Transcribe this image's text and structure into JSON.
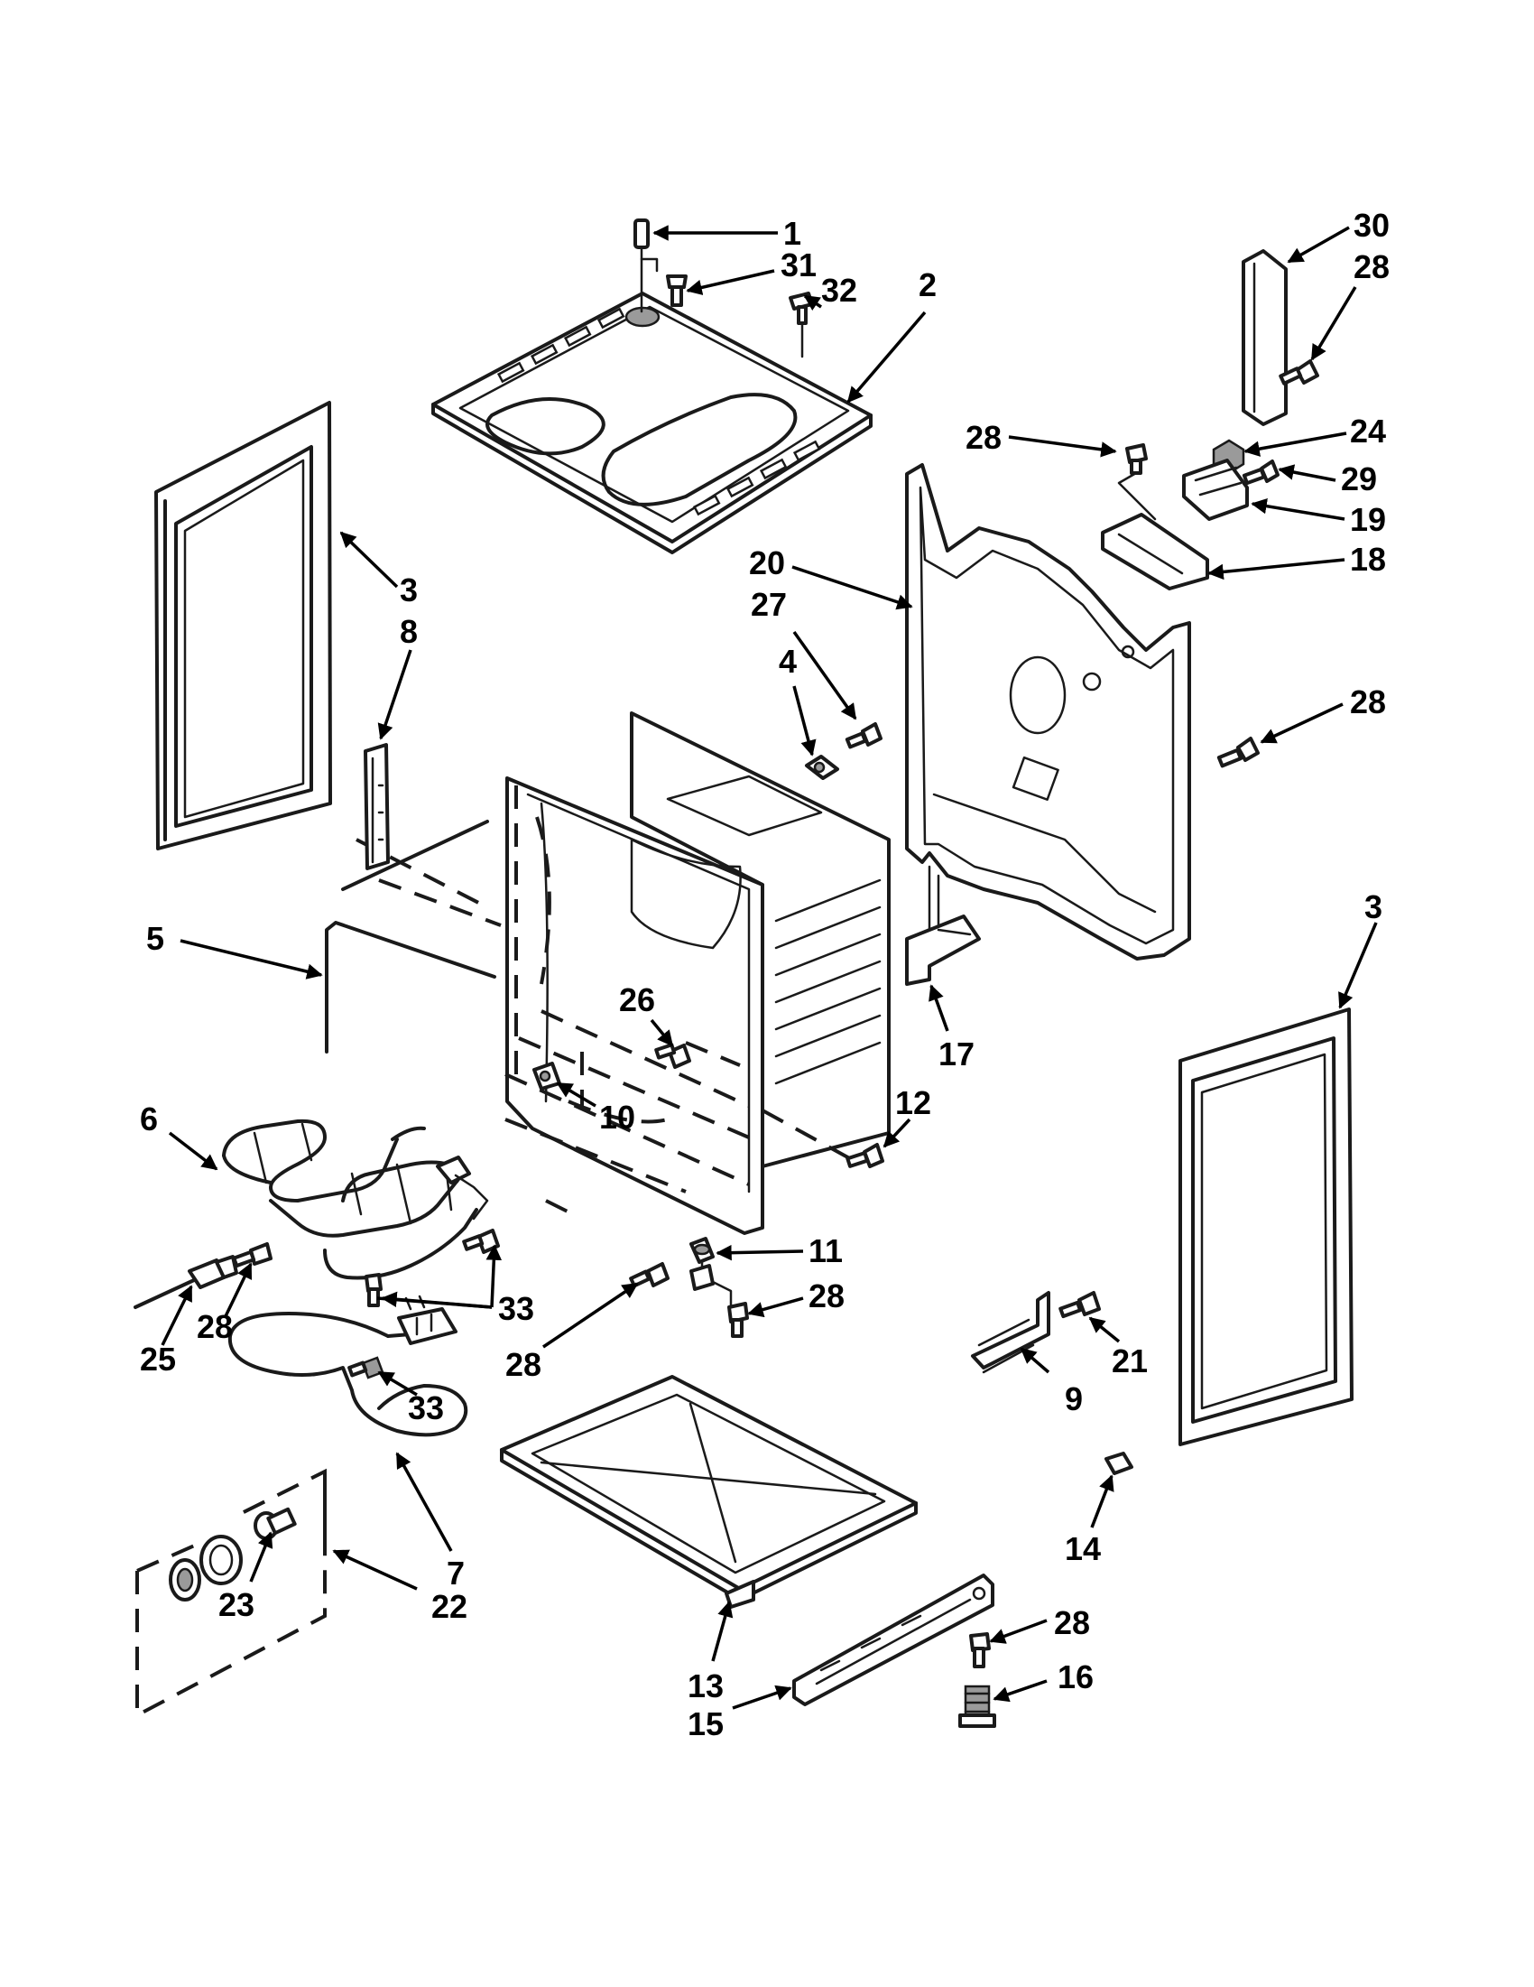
{
  "diagram": {
    "callouts": [
      {
        "id": "c1",
        "label": "1"
      },
      {
        "id": "c31",
        "label": "31"
      },
      {
        "id": "c32",
        "label": "32"
      },
      {
        "id": "c2",
        "label": "2"
      },
      {
        "id": "c30",
        "label": "30"
      },
      {
        "id": "c28a",
        "label": "28"
      },
      {
        "id": "c28b",
        "label": "28"
      },
      {
        "id": "c24",
        "label": "24"
      },
      {
        "id": "c29",
        "label": "29"
      },
      {
        "id": "c19",
        "label": "19"
      },
      {
        "id": "c18",
        "label": "18"
      },
      {
        "id": "c20",
        "label": "20"
      },
      {
        "id": "c3a",
        "label": "3"
      },
      {
        "id": "c8",
        "label": "8"
      },
      {
        "id": "c27",
        "label": "27"
      },
      {
        "id": "c4",
        "label": "4"
      },
      {
        "id": "c28c",
        "label": "28"
      },
      {
        "id": "c3b",
        "label": "3"
      },
      {
        "id": "c5",
        "label": "5"
      },
      {
        "id": "c26",
        "label": "26"
      },
      {
        "id": "c17",
        "label": "17"
      },
      {
        "id": "c6",
        "label": "6"
      },
      {
        "id": "c10",
        "label": "10"
      },
      {
        "id": "c12",
        "label": "12"
      },
      {
        "id": "c11",
        "label": "11"
      },
      {
        "id": "c28d",
        "label": "28"
      },
      {
        "id": "c28e",
        "label": "28"
      },
      {
        "id": "c33a",
        "label": "33"
      },
      {
        "id": "c28f",
        "label": "28"
      },
      {
        "id": "c25",
        "label": "25"
      },
      {
        "id": "c21",
        "label": "21"
      },
      {
        "id": "c9",
        "label": "9"
      },
      {
        "id": "c33b",
        "label": "33"
      },
      {
        "id": "c14",
        "label": "14"
      },
      {
        "id": "c7",
        "label": "7"
      },
      {
        "id": "c23",
        "label": "23"
      },
      {
        "id": "c22",
        "label": "22"
      },
      {
        "id": "c28g",
        "label": "28"
      },
      {
        "id": "c16",
        "label": "16"
      },
      {
        "id": "c13",
        "label": "13"
      },
      {
        "id": "c15",
        "label": "15"
      }
    ]
  }
}
